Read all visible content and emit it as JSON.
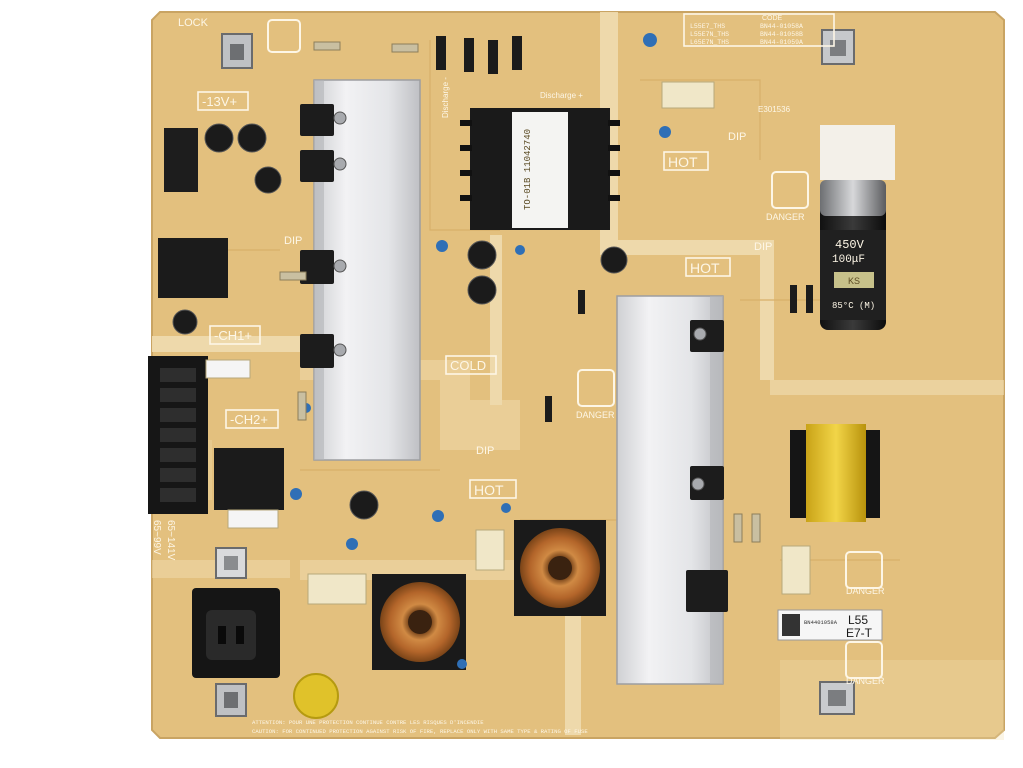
{
  "board": {
    "lock_label": "LOCK",
    "rail_13v": "-13V+",
    "rail_ch1": "-CH1+",
    "rail_ch2": "-CH2+",
    "cold": "COLD",
    "hot": "HOT",
    "dip": "DIP",
    "danger": "DANGER",
    "discharge_plus": "Discharge +",
    "discharge_minus": "Discharge -",
    "voltage_a": "65~141V",
    "voltage_b": "65~99V",
    "model_label_line1": "L55",
    "model_label_line2": "E7-T",
    "sticker_code": "BN4401058A",
    "cap_rating_1": "450V",
    "cap_rating_2": "100μF",
    "cap_temp": "85°C (M)",
    "cap_brand": "KS",
    "fuse_code": "E301536",
    "codes_header": "CODE",
    "codes": [
      "BN44-01058A",
      "BN44-01058B",
      "BN44-01059A"
    ],
    "models": [
      "L55E7_THS",
      "L55E7N_THS",
      "L65E7N_THS"
    ],
    "transformer_text": "TO-01B 11042740",
    "bottom_warning_1": "ATTENTION: POUR UNE PROTECTION CONTINUE CONTRE LES RISQUES D'INCENDIE",
    "bottom_warning_2": "CAUTION: FOR CONTINUED PROTECTION AGAINST RISK OF FIRE, REPLACE ONLY WITH SAME TYPE & RATING OF FUSE"
  },
  "colors": {
    "pcb": "#e3c07e",
    "pcb_light": "#f0dcb0",
    "heatsink": "#e8e8ea",
    "component_black": "#1c1c1c",
    "copper": "#b4692c"
  }
}
